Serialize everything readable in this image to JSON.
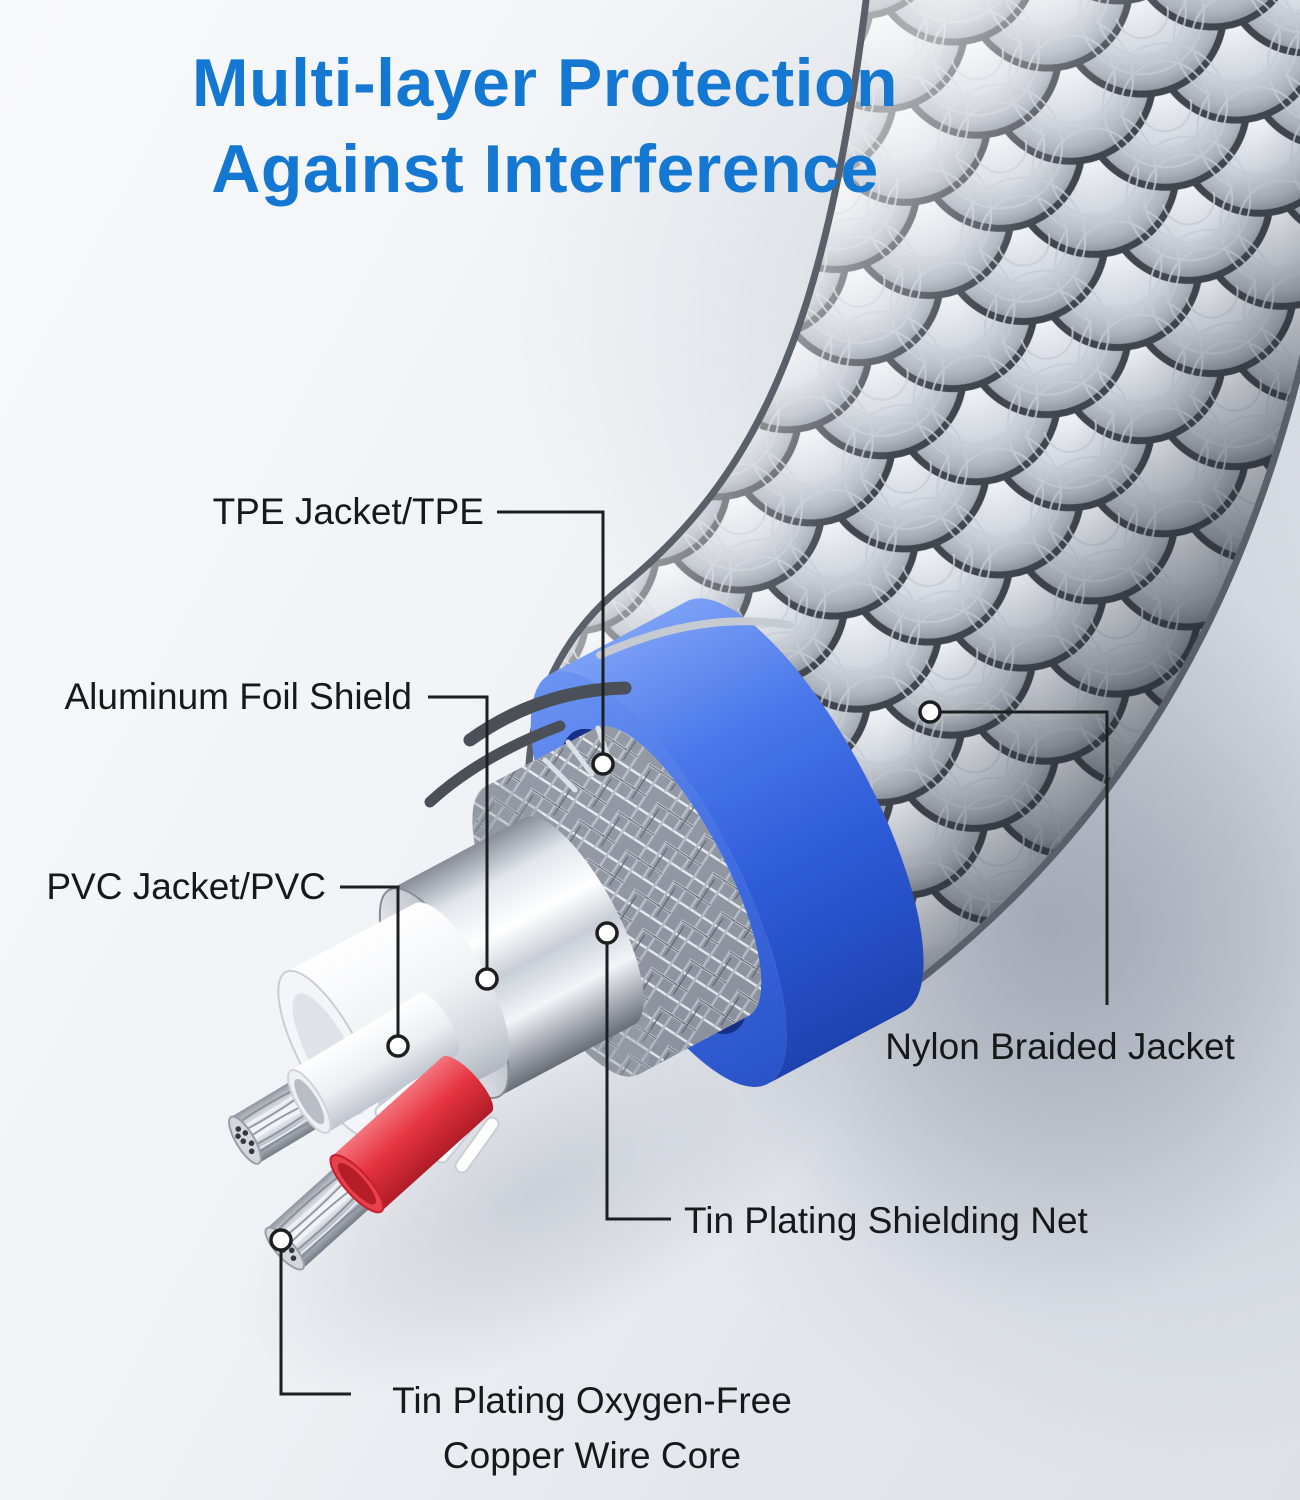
{
  "title": {
    "line1": "Multi-layer Protection",
    "line2": "Against Interference"
  },
  "callouts": {
    "tpe": {
      "label": "TPE Jacket/TPE"
    },
    "aluminum_foil": {
      "label": "Aluminum Foil Shield"
    },
    "pvc": {
      "label": "PVC Jacket/PVC"
    },
    "nylon": {
      "label": "Nylon Braided Jacket"
    },
    "shielding_net": {
      "label": "Tin Plating Shielding Net"
    },
    "copper_core": {
      "line1": "Tin Plating Oxygen-Free",
      "line2": "Copper Wire Core"
    }
  },
  "colors": {
    "title_blue": "#1478d2",
    "label_text": "#17181a",
    "leader_line": "#1d1e20",
    "tpe_jacket_blue": "#3b6ce0",
    "red_wire": "#e2323e",
    "braid_silver_light": "#e9ecf0",
    "braid_gap_dark": "#4a5058",
    "background_light": "#f6f7f9",
    "background_shade": "#d9dde3"
  }
}
